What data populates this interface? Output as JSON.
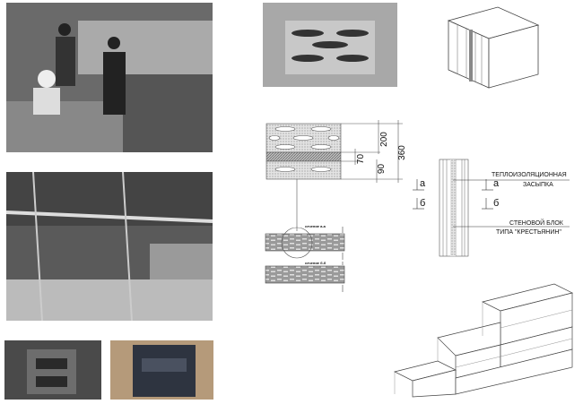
{
  "dimensions": {
    "total": "360",
    "top": "200",
    "insulation": "70",
    "bottom": "90"
  },
  "section_labels": {
    "a": "сечение а-а",
    "b": "сечение б-б"
  },
  "markers": {
    "a": "а",
    "b": "б"
  },
  "callouts": {
    "insulation_line1": "ТЕПЛОИЗОЛЯЦИОННАЯ",
    "insulation_line2": "ЗАСЫПКА",
    "block_line1": "СТЕНОВОЙ БЛОК",
    "block_line2": "ТИПА \"КРЕСТЬЯНИН\""
  }
}
